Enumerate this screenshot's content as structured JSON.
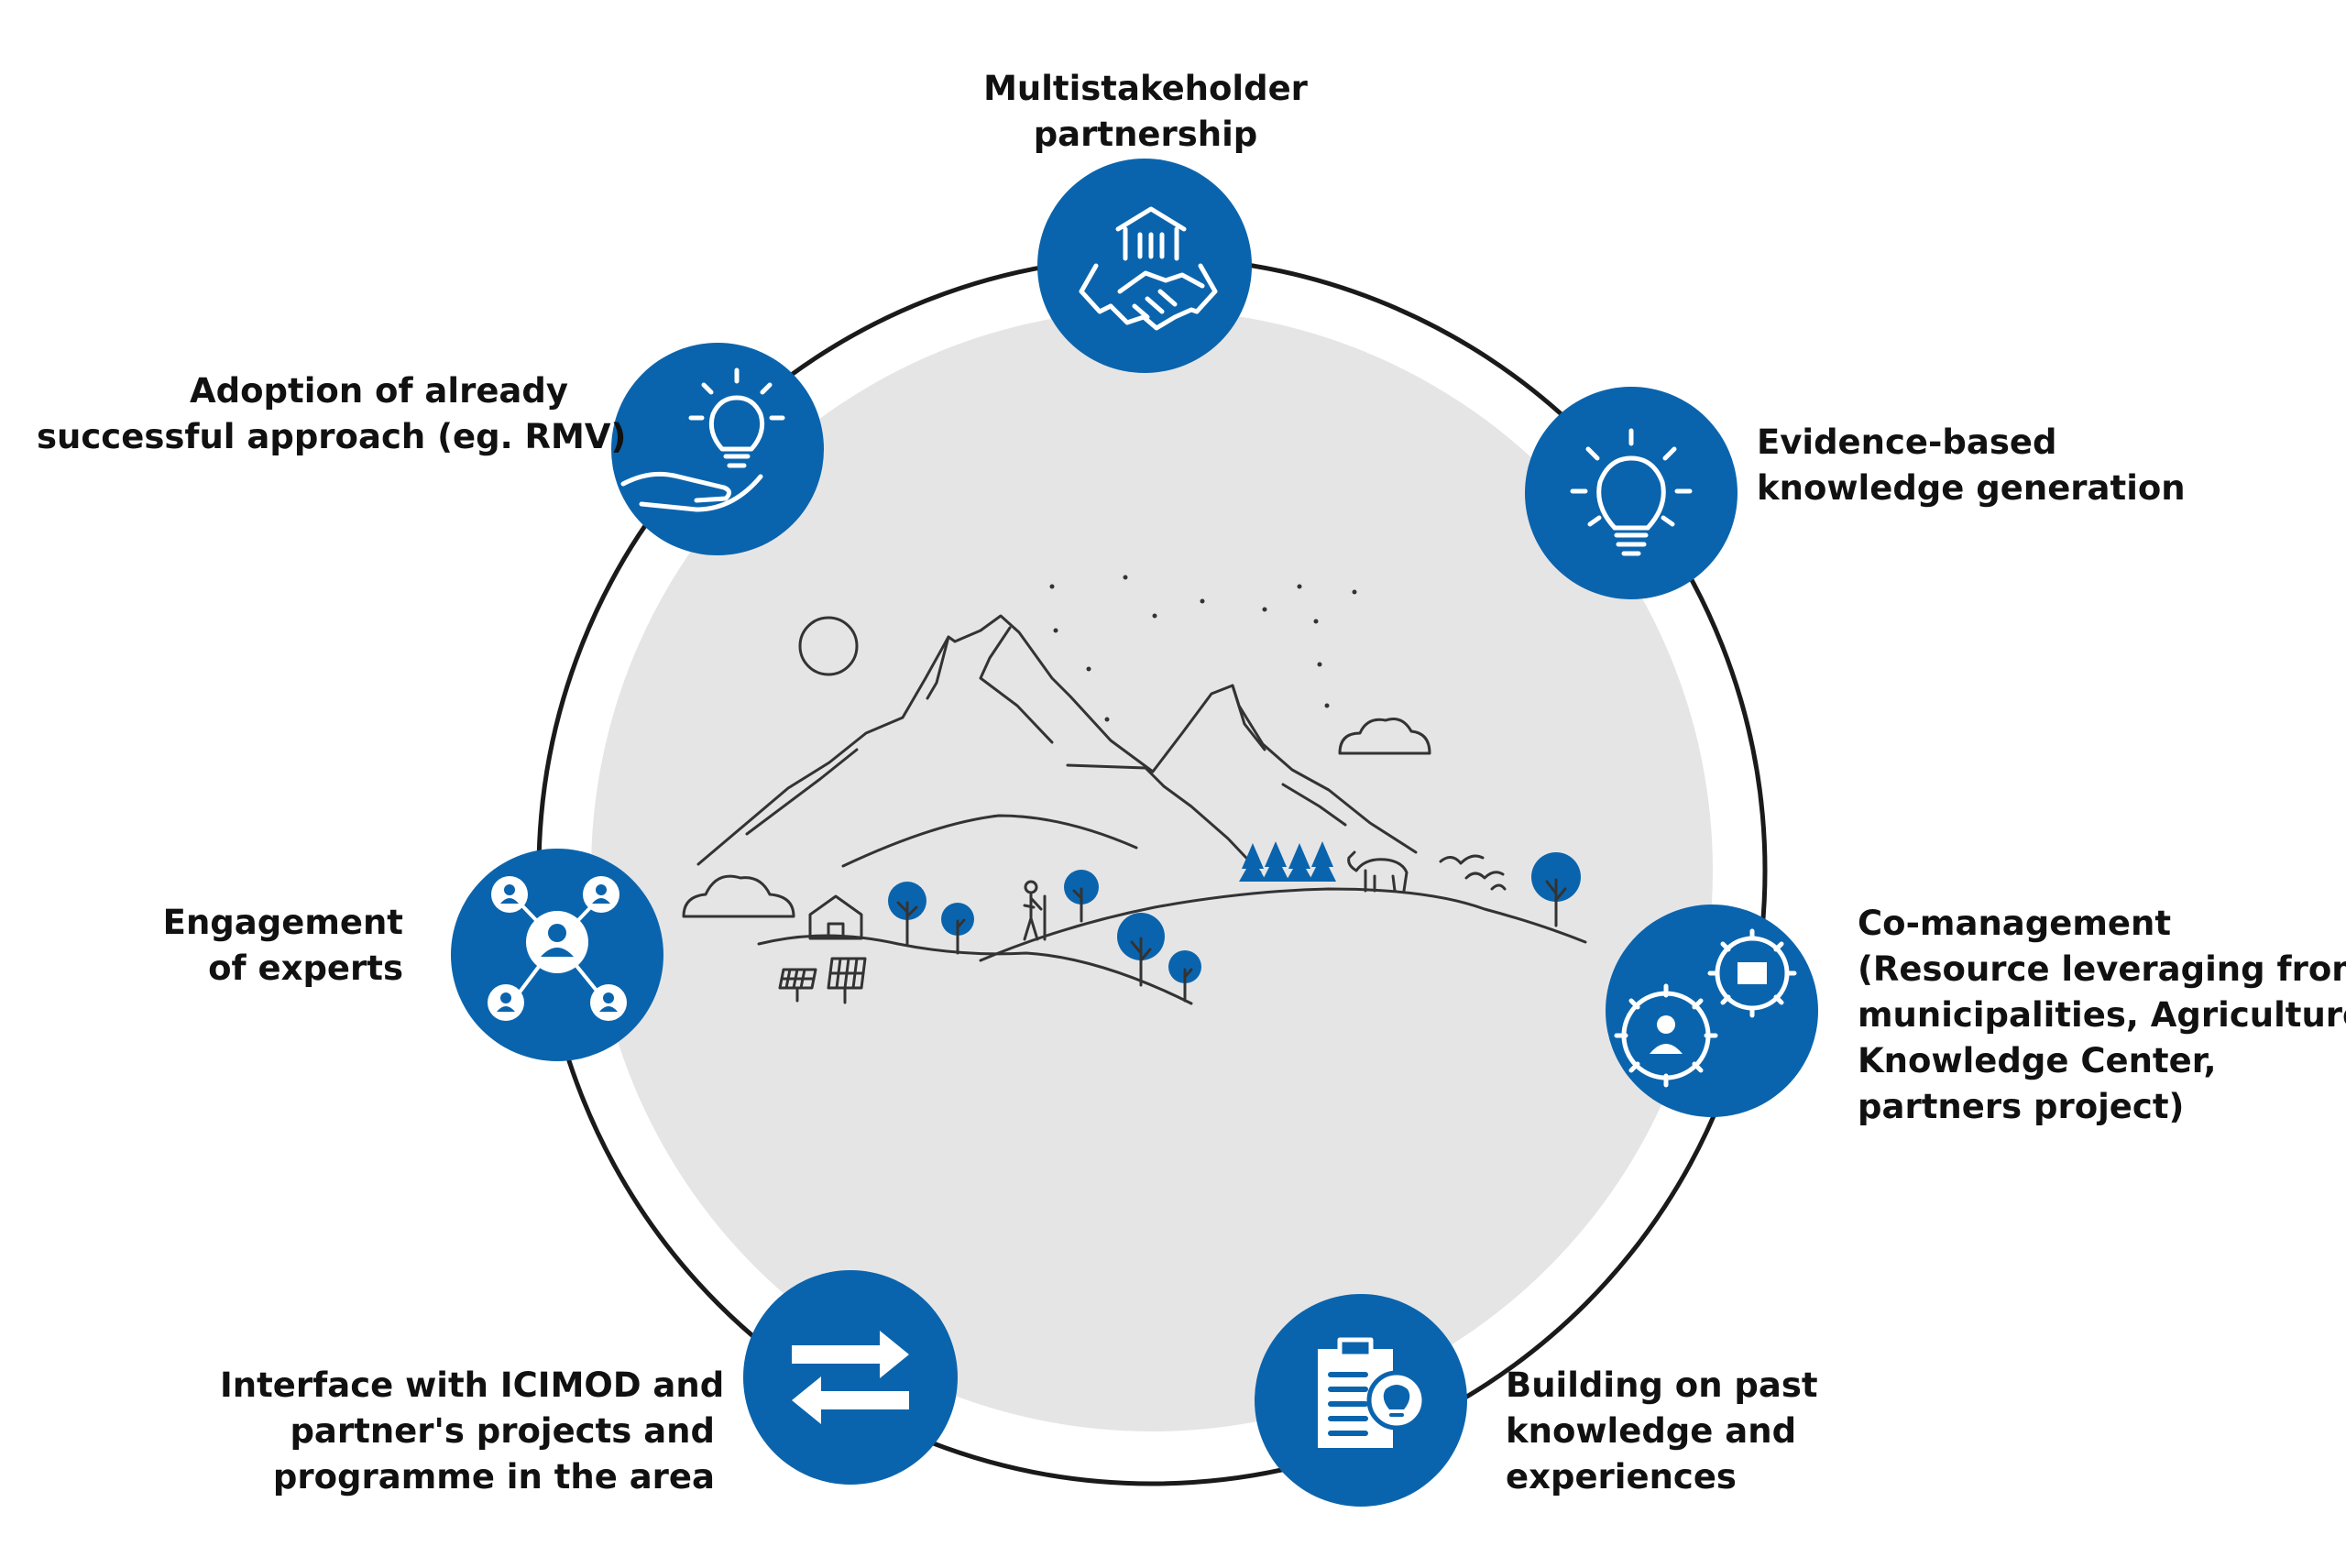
{
  "colors": {
    "accent": "#0a64ad",
    "ring": "#1a1a1a",
    "inner_disc": "#e6e5e6",
    "line_art": "#333333"
  },
  "nodes": [
    {
      "id": "multistakeholder",
      "icon": "handshake-building-icon",
      "lines": [
        "Multistakeholder",
        "partnership"
      ]
    },
    {
      "id": "evidence",
      "icon": "lightbulb-icon",
      "lines": [
        "Evidence-based",
        "knowledge generation"
      ]
    },
    {
      "id": "comanagement",
      "icon": "gears-icon",
      "lines": [
        "Co-management",
        "(Resource leveraging from",
        "municipalities, Agriculture",
        "Knowledge Center,",
        "partners project)"
      ]
    },
    {
      "id": "building",
      "icon": "clipboard-lightbulb-icon",
      "lines": [
        "Building on past",
        "knowledge and",
        "experiences"
      ]
    },
    {
      "id": "interface",
      "icon": "exchange-arrows-icon",
      "lines": [
        "Interface with ICIMOD and",
        "partner's projects and",
        "programme in the area"
      ]
    },
    {
      "id": "experts",
      "icon": "network-people-icon",
      "lines": [
        "Engagement",
        "of experts"
      ]
    },
    {
      "id": "adoption",
      "icon": "hand-lightbulb-icon",
      "lines": [
        "Adoption of already",
        "successful approach (eg. RMV)"
      ]
    }
  ],
  "center_illustration": {
    "icon": "mountain-landscape-icon"
  }
}
